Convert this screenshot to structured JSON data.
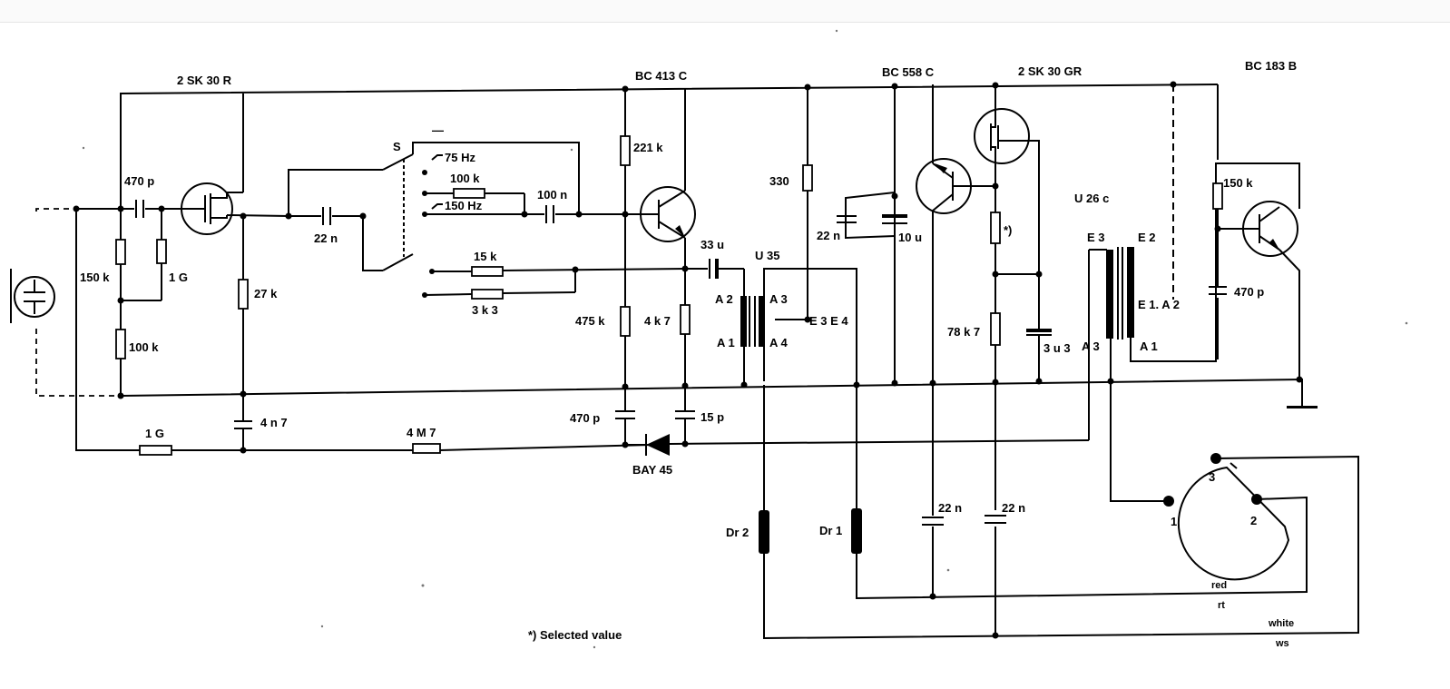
{
  "labels": {
    "q1": "2 SK 30 R",
    "q2": "BC 413 C",
    "q3": "BC 558 C",
    "q4": "2 SK 30 GR",
    "q5": "BC 183 B",
    "c_470p_in": "470 p",
    "r_150k": "150 k",
    "r_1g_gate": "1 G",
    "r_100k": "100 k",
    "r_27k": "27 k",
    "c_4n7": "4 n 7",
    "r_1g_bottom": "1 G",
    "r_4m7": "4 M 7",
    "c_22n_a": "22 n",
    "switch_s": "S",
    "switch_minus": "—",
    "sw_75hz": "75 Hz",
    "r_100k_b": "100 k",
    "sw_150hz": "150 Hz",
    "c_100n": "100 n",
    "r_15k": "15 k",
    "r_3k3": "3 k 3",
    "r_221k": "221 k",
    "r_475k": "475 k",
    "r_4k7": "4 k 7",
    "c_33u": "33 u",
    "c_470p_b": "470 p",
    "c_15p": "15 p",
    "d_bay45": "BAY 45",
    "r_330": "330",
    "t_u35": "U 35",
    "pin_a2": "A 2",
    "pin_a3": "A 3",
    "pin_a1": "A 1",
    "pin_a4": "A 4",
    "pin_e3e4": "E 3 E 4",
    "c_22n_b": "22 n",
    "c_10u": "10 u",
    "r_sel": "*)",
    "r_78k7": "78 k 7",
    "c_3u3": "3 u 3",
    "t_u26c": "U 26 c",
    "pin_e3": "E 3",
    "pin_e2": "E 2",
    "pin_e1a2": "E 1. A 2",
    "pin_a3b": "A 3",
    "pin_a1b": "A 1",
    "r_150k_b": "150 k",
    "c_470p_c": "470 p",
    "c_22n_c": "22 n",
    "c_22n_d": "22 n",
    "l_dr2": "Dr 2",
    "l_dr1": "Dr 1",
    "conn_pin1": "1",
    "conn_pin2": "2",
    "conn_pin3": "3",
    "wire_red": "red",
    "wire_rt": "rt",
    "wire_white": "white",
    "wire_ws": "ws",
    "footnote": "*) Selected value"
  },
  "colors": {
    "ink": "#000000",
    "paper": "#ffffff",
    "toolbar": "#fafafa"
  }
}
